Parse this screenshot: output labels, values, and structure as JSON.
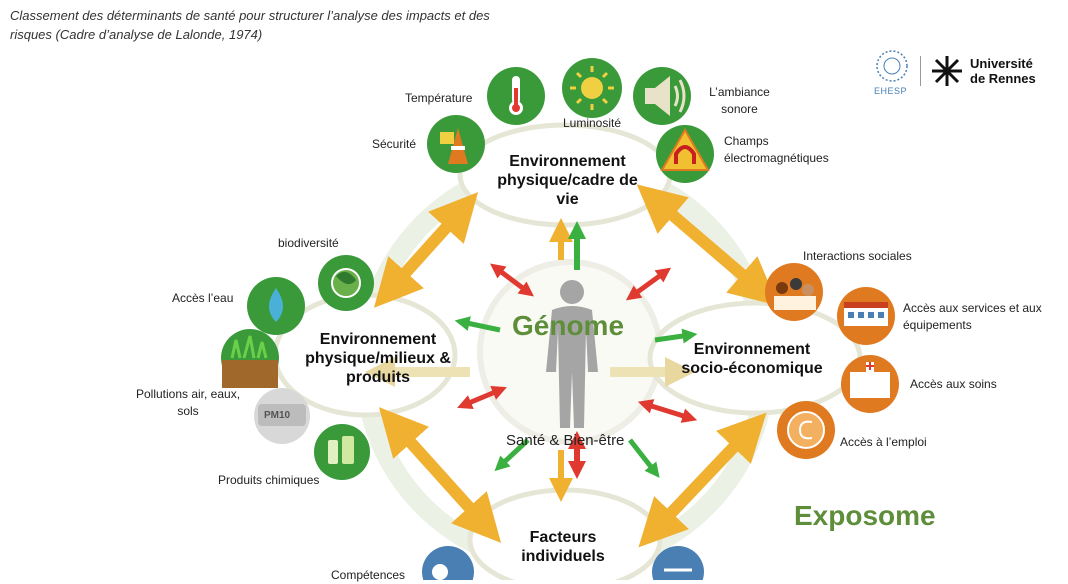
{
  "caption": "Classement des déterminants de santé pour structurer l’analyse des impacts et des risques (Cadre d’analyse de Lalonde, 1974)",
  "logo": {
    "ehesp": "EHESP",
    "university": "Université de Rennes"
  },
  "center": {
    "genome": "Génome",
    "sante": "Santé & Bien-être",
    "exposome": "Exposome"
  },
  "nodes": {
    "top": "Environnement physique/cadre de vie",
    "left": "Environnement physique/milieux & produits",
    "right": "Environnement socio-économique",
    "bottom": "Facteurs individuels"
  },
  "labels": {
    "temperature": "Température",
    "luminosite": "Luminosité",
    "ambiance": "L’ambiance sonore",
    "securite": "Sécurité",
    "champs": "Champs électromagnétiques",
    "biodiversite": "biodiversité",
    "eau": "Accès l’eau",
    "pollutions": "Pollutions air, eaux, sols",
    "chimiques": "Produits chimiques",
    "interactions": "Interactions sociales",
    "services": "Accès aux services et aux équipements",
    "soins": "Accès aux soins",
    "emploi": "Accès à l’emploi",
    "competences": "Compétences",
    "pm10": "PM10"
  },
  "colors": {
    "green": "#5e8e3a",
    "arrow_yellow": "#f0b030",
    "arrow_red": "#e03a30",
    "arrow_green": "#3ab040",
    "icon_green": "#2f8a2f",
    "icon_orange": "#e07a20"
  }
}
